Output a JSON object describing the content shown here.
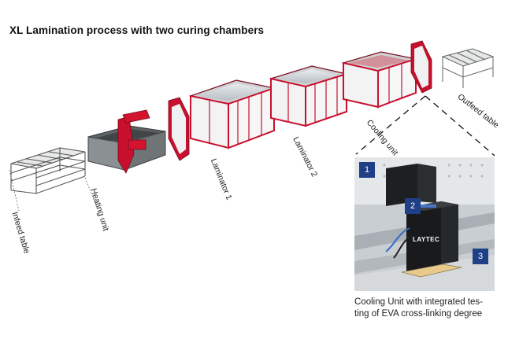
{
  "title": "XL Lamination process with two curing chambers",
  "stations": {
    "infeed": "Infeed table",
    "heating": "Heating unit",
    "laminator1": "Laminator 1",
    "laminator2": "Laminator 2",
    "cooling": "Cooling unit",
    "outfeed": "Outfeed table"
  },
  "photo": {
    "badges": [
      "1",
      "2",
      "3"
    ],
    "brand": "LAYTEC"
  },
  "caption": {
    "line1": "Cooling Unit with integrated tes-",
    "line2": "ting of EVA cross-linking degree"
  },
  "colors": {
    "machine_frame": "#c8102e",
    "panel": "#f2f2f2",
    "badge": "#1f3f86"
  }
}
